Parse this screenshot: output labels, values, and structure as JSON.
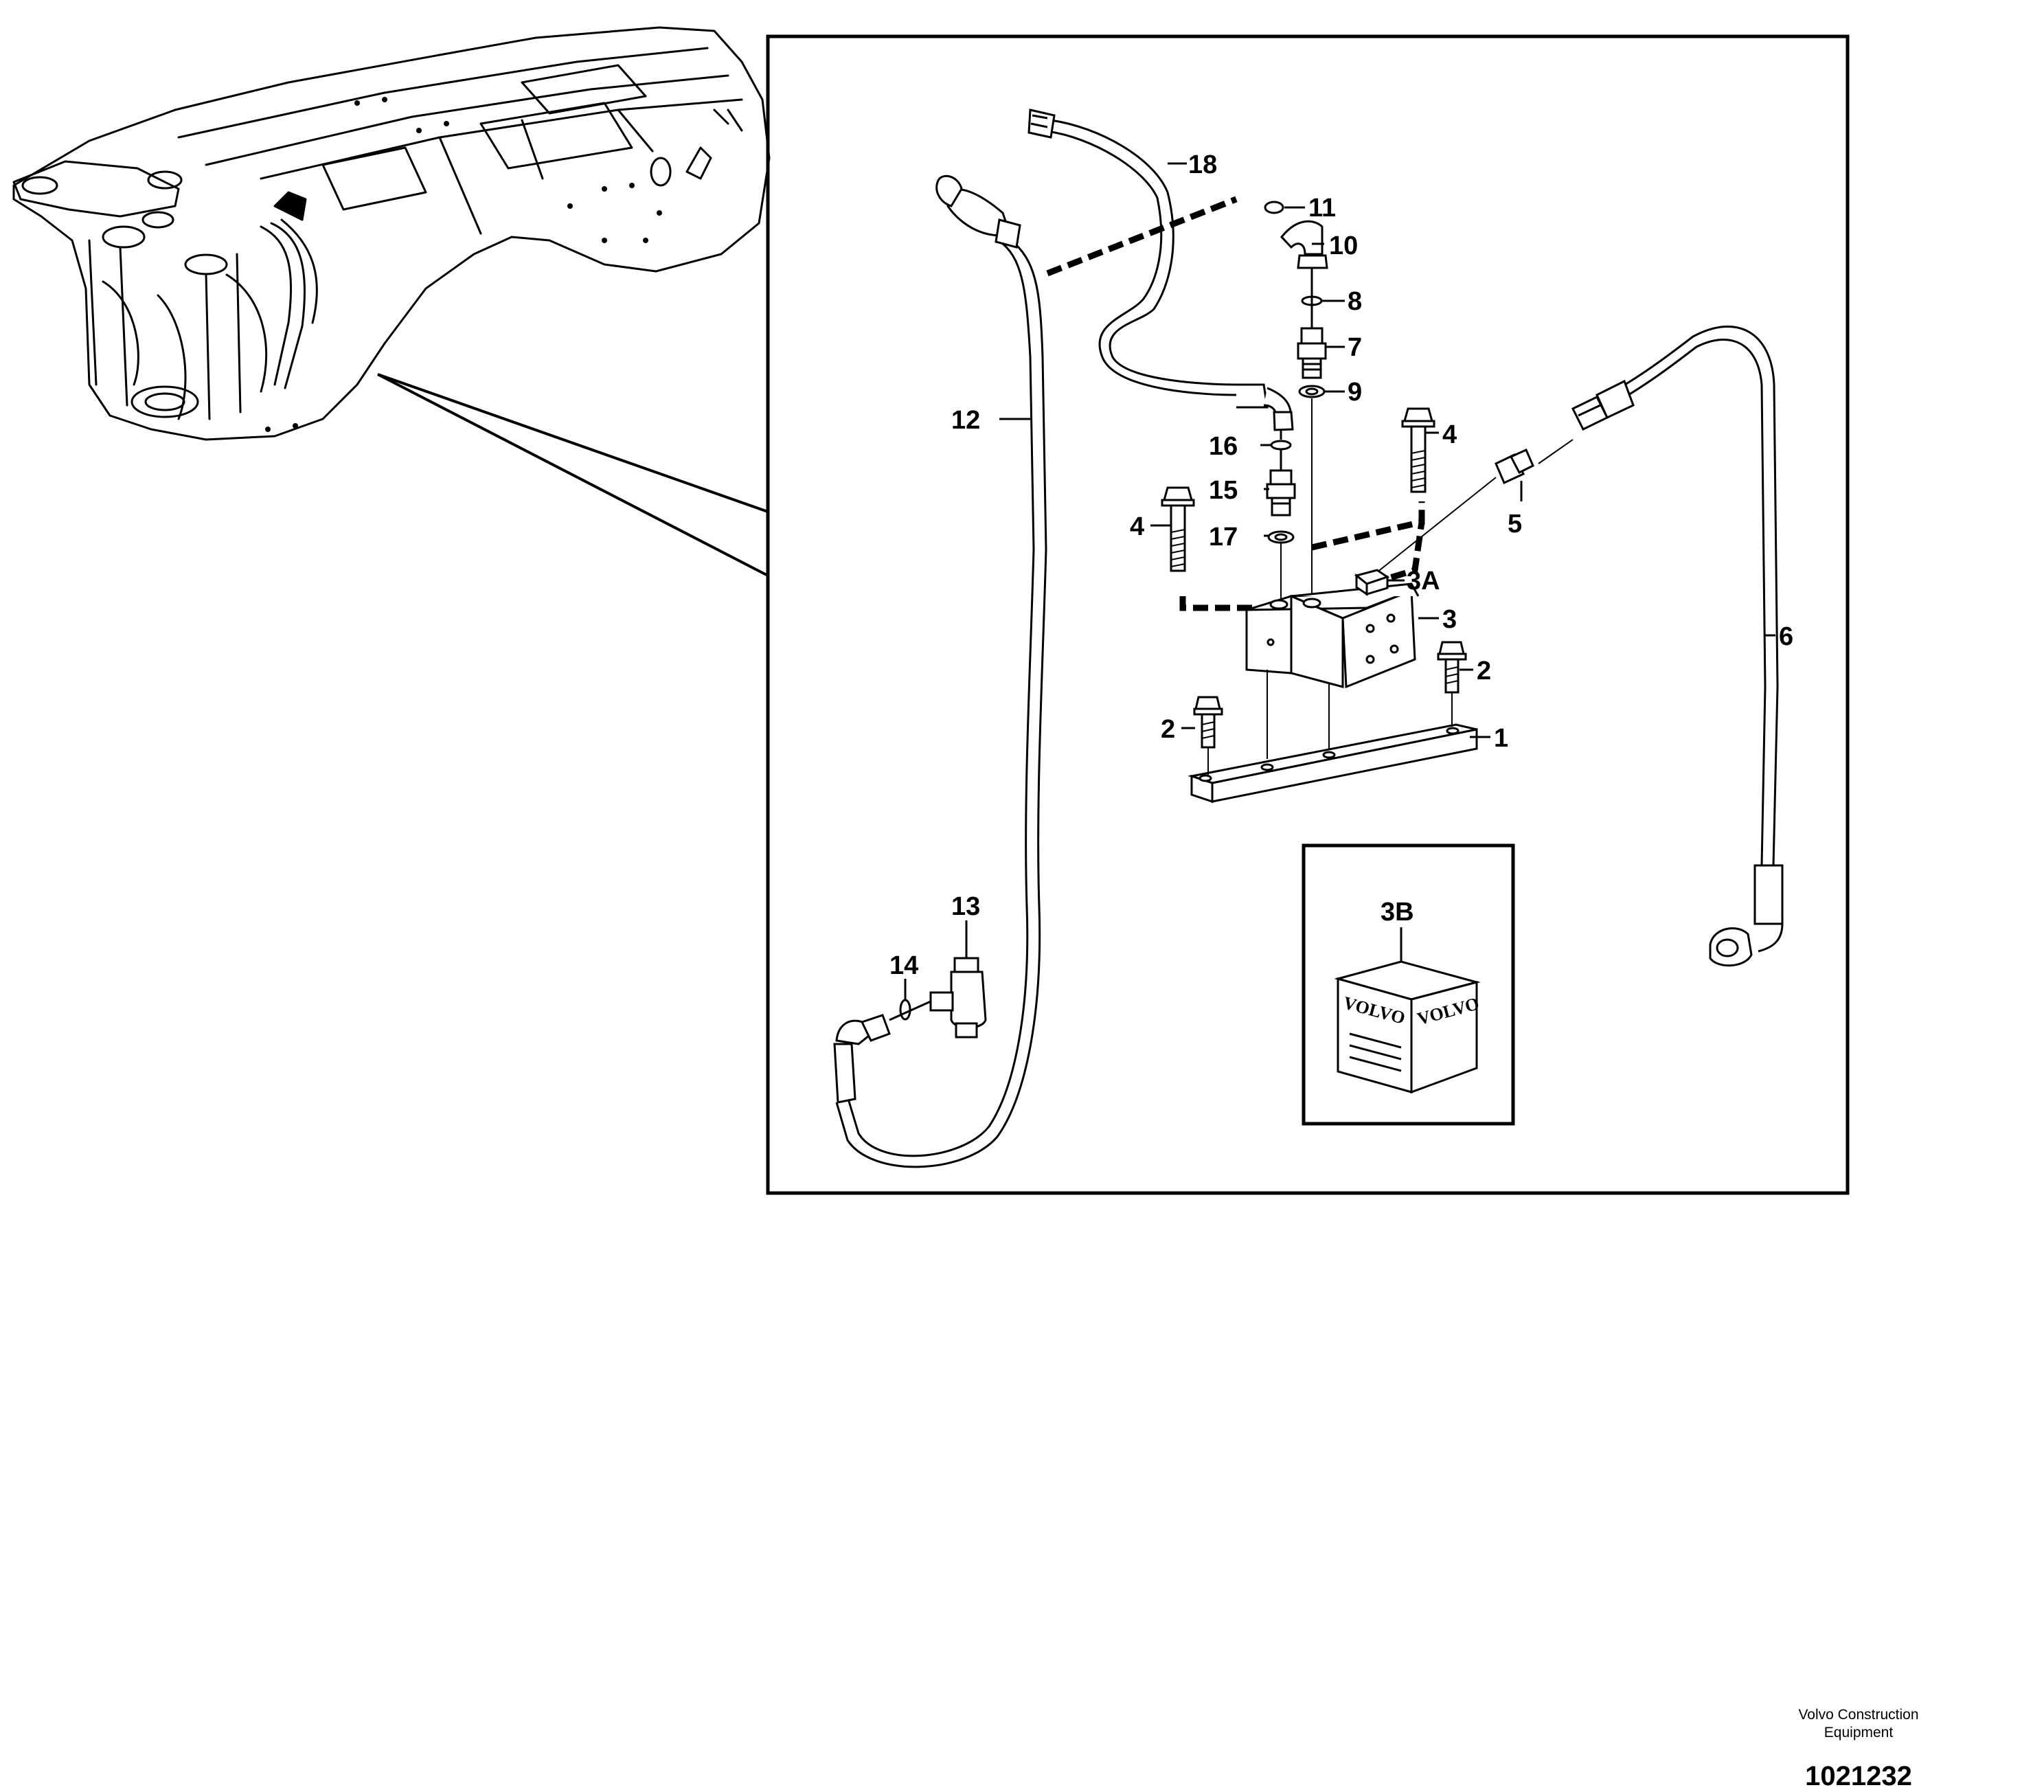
{
  "callouts": {
    "c1": "1",
    "c2a": "2",
    "c2b": "2",
    "c3": "3",
    "c3A": "3A",
    "c3B": "3B",
    "c4a": "4",
    "c4b": "4",
    "c5": "5",
    "c6": "6",
    "c7": "7",
    "c8": "8",
    "c9": "9",
    "c10": "10",
    "c11": "11",
    "c12": "12",
    "c13": "13",
    "c14": "14",
    "c15": "15",
    "c16": "16",
    "c17": "17",
    "c18": "18"
  },
  "kit_logo": {
    "left": "VOLVO",
    "right": "VOLVO"
  },
  "footer": {
    "company_line1": "Volvo Construction",
    "company_line2": "Equipment",
    "document_number": "1021232"
  }
}
